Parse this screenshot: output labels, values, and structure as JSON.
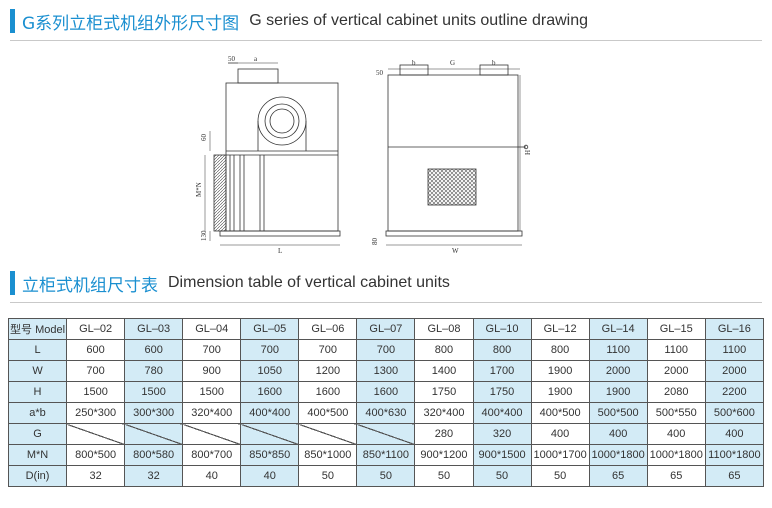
{
  "section1": {
    "title_cn": "G系列立柜式机组外形尺寸图",
    "title_en": "G series of vertical cabinet units outline drawing"
  },
  "drawing": {
    "labels": {
      "d50_left": "50",
      "a": "a",
      "d60": "60",
      "mn": "M*N",
      "d130": "130",
      "L": "L",
      "d50_right": "50",
      "b_left": "b",
      "G": "G",
      "b_right": "b",
      "H": "H",
      "d80": "80",
      "W": "W"
    }
  },
  "section2": {
    "title_cn": "立柜式机组尺寸表",
    "title_en": "Dimension table of vertical cabinet units"
  },
  "table": {
    "header": [
      "型号 Model",
      "GL–02",
      "GL–03",
      "GL–04",
      "GL–05",
      "GL–06",
      "GL–07",
      "GL–08",
      "GL–10",
      "GL–12",
      "GL–14",
      "GL–15",
      "GL–16"
    ],
    "rows": [
      [
        "L",
        "600",
        "600",
        "700",
        "700",
        "700",
        "700",
        "800",
        "800",
        "800",
        "1100",
        "1100",
        "1100"
      ],
      [
        "W",
        "700",
        "780",
        "900",
        "1050",
        "1200",
        "1300",
        "1400",
        "1700",
        "1900",
        "2000",
        "2000",
        "2000"
      ],
      [
        "H",
        "1500",
        "1500",
        "1500",
        "1600",
        "1600",
        "1600",
        "1750",
        "1750",
        "1900",
        "1900",
        "2080",
        "2200"
      ],
      [
        "a*b",
        "250*300",
        "300*300",
        "320*400",
        "400*400",
        "400*500",
        "400*630",
        "320*400",
        "400*400",
        "400*500",
        "500*500",
        "500*550",
        "500*600"
      ],
      [
        "G",
        "",
        "",
        "",
        "",
        "",
        "",
        "280",
        "320",
        "400",
        "400",
        "400",
        "400"
      ],
      [
        "M*N",
        "800*500",
        "800*580",
        "800*700",
        "850*850",
        "850*1000",
        "850*1100",
        "900*1200",
        "900*1500",
        "1000*1700",
        "1000*1800",
        "1000*1800",
        "1100*1800"
      ],
      [
        "D(in)",
        "32",
        "32",
        "40",
        "40",
        "50",
        "50",
        "50",
        "50",
        "50",
        "65",
        "65",
        "65"
      ]
    ],
    "diagonal_cells": {
      "row": 4,
      "from_col": 1,
      "to_col": 6
    },
    "highlight_cols": [
      2,
      4,
      6,
      8,
      10,
      12
    ]
  },
  "colors": {
    "accent": "#1a8fd0",
    "highlight": "#d3ebf6",
    "border": "#555555"
  }
}
